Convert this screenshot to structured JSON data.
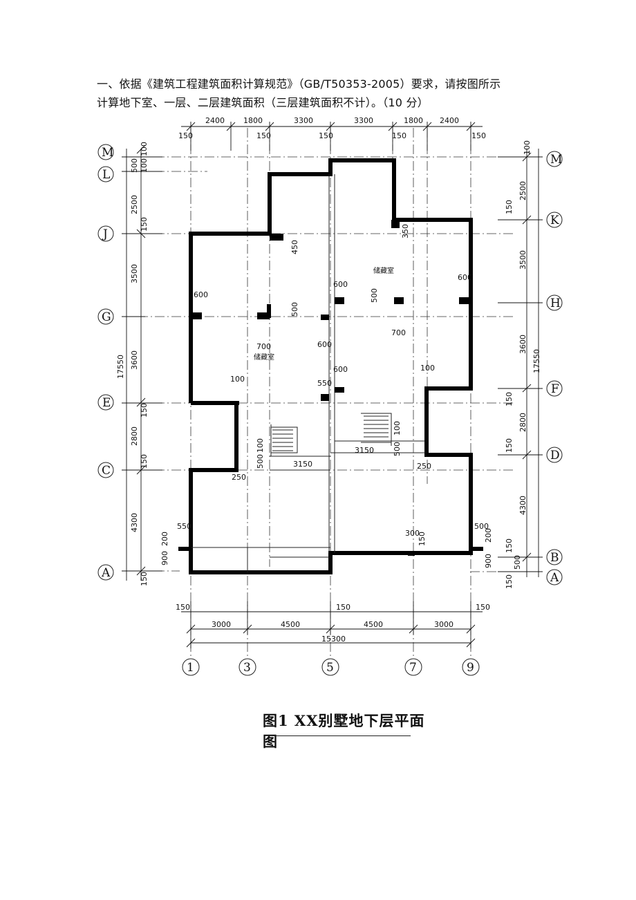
{
  "question": {
    "line1": "一、依据《建筑工程建筑面积计算规范》（GB/T50353-2005）要求，请按图所示",
    "line2": "计算地下室、一层、二层建筑面积（三层建筑面积不计）。（10 分）"
  },
  "figure": {
    "caption": "图1  XX别墅地下层平面图",
    "room_label": "储藏室",
    "top_dims": [
      "2400",
      "1800",
      "3300",
      "3300",
      "1800",
      "2400"
    ],
    "top_small": [
      "150",
      "150",
      "150",
      "150",
      "150"
    ],
    "bottom_dims": [
      "3000",
      "4500",
      "4500",
      "3000"
    ],
    "bottom_total": "15300",
    "bottom_small": [
      "150",
      "150",
      "150"
    ],
    "bottom_axes": [
      "1",
      "3",
      "5",
      "7",
      "9"
    ],
    "left_axes": [
      "M",
      "L",
      "J",
      "G",
      "E",
      "C",
      "A"
    ],
    "right_axes": [
      "M",
      "K",
      "H",
      "F",
      "D",
      "B",
      "A"
    ],
    "left_dims": [
      "100",
      "100",
      "500",
      "2500",
      "150",
      "3500",
      "3600",
      "17550",
      "150",
      "2800",
      "150",
      "4300",
      "200",
      "900",
      "150"
    ],
    "right_dims": [
      "100",
      "2500",
      "150",
      "3500",
      "3600",
      "17550",
      "150",
      "2800",
      "150",
      "4300",
      "150",
      "500",
      "900",
      "200",
      "150"
    ],
    "inner_dims": [
      "600",
      "450",
      "600",
      "500",
      "350",
      "600",
      "500",
      "600",
      "700",
      "700",
      "100",
      "600",
      "550",
      "100",
      "3150",
      "3150",
      "100",
      "500",
      "500",
      "100",
      "250",
      "250",
      "550",
      "300",
      "150",
      "500"
    ]
  }
}
